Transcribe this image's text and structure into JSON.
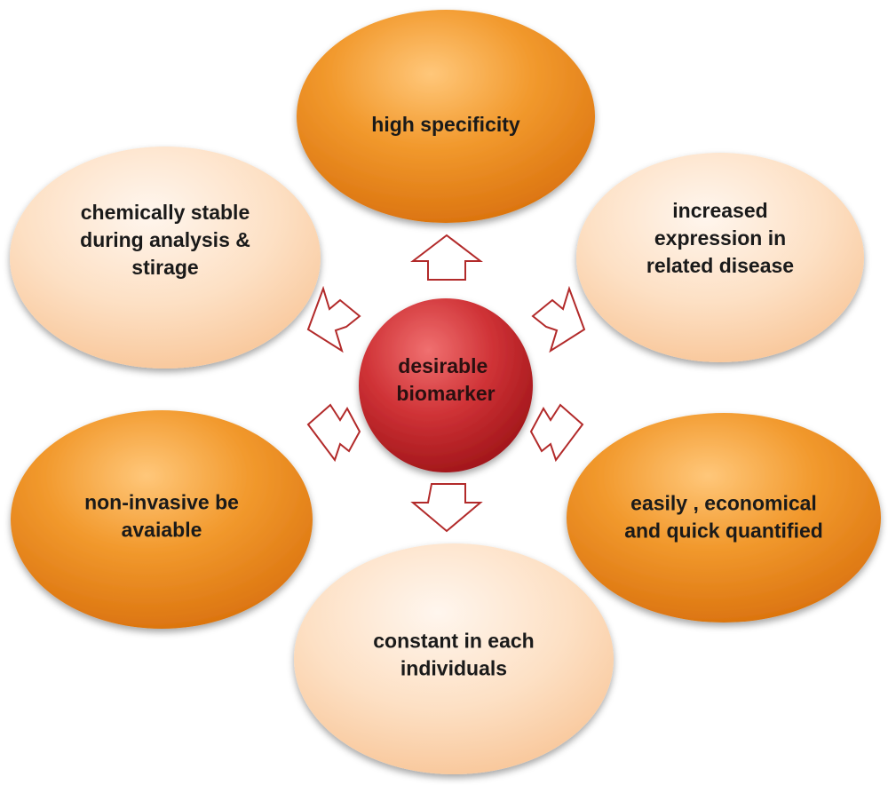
{
  "center": {
    "lines": [
      "desirable",
      "biomarker"
    ],
    "color": "#c0262b"
  },
  "nodes": [
    {
      "id": "high-specificity",
      "lines": [
        "high specificity"
      ],
      "style": "dark"
    },
    {
      "id": "increased-expression",
      "lines": [
        "increased",
        "expression in",
        "related disease"
      ],
      "style": "light"
    },
    {
      "id": "easily-quantified",
      "lines": [
        "easily , economical",
        "and quick quantified"
      ],
      "style": "dark"
    },
    {
      "id": "constant-individuals",
      "lines": [
        "constant in each",
        "individuals"
      ],
      "style": "light"
    },
    {
      "id": "non-invasive",
      "lines": [
        "non-invasive be",
        "avaiable"
      ],
      "style": "dark"
    },
    {
      "id": "chemically-stable",
      "lines": [
        "chemically stable",
        "during analysis &",
        "stirage"
      ],
      "style": "light"
    }
  ],
  "colors": {
    "dark_fill": "#f08a1e",
    "light_fill": "#fbd2ac",
    "arrow_stroke": "#b22a2a"
  }
}
